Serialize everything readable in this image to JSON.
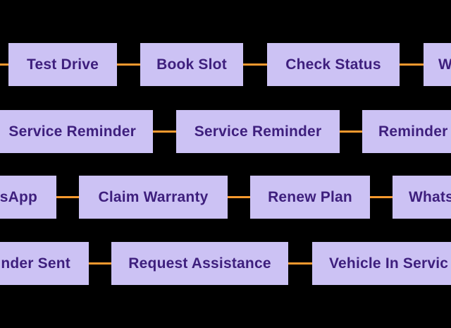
{
  "colors": {
    "background": "#000000",
    "node_fill": "#ccc2f4",
    "node_text": "#3e1f7d",
    "connector": "#f8992e"
  },
  "diagram": {
    "rows": [
      {
        "boxes": [
          {
            "label": "Test Drive"
          },
          {
            "label": "Book Slot"
          },
          {
            "label": "Check Status"
          },
          {
            "label": "W",
            "truncated": "right"
          }
        ]
      },
      {
        "boxes": [
          {
            "label": "Service Reminder",
            "truncated": "left"
          },
          {
            "label": "Service Reminder"
          },
          {
            "label": "Reminder",
            "truncated": "right"
          }
        ]
      },
      {
        "boxes": [
          {
            "label": "tsApp",
            "truncated": "left"
          },
          {
            "label": "Claim Warranty"
          },
          {
            "label": "Renew Plan"
          },
          {
            "label": "Whats",
            "truncated": "right"
          }
        ]
      },
      {
        "boxes": [
          {
            "label": "nder Sent",
            "truncated": "left"
          },
          {
            "label": "Request Assistance"
          },
          {
            "label": "Vehicle In Servic",
            "truncated": "right"
          }
        ]
      }
    ]
  }
}
